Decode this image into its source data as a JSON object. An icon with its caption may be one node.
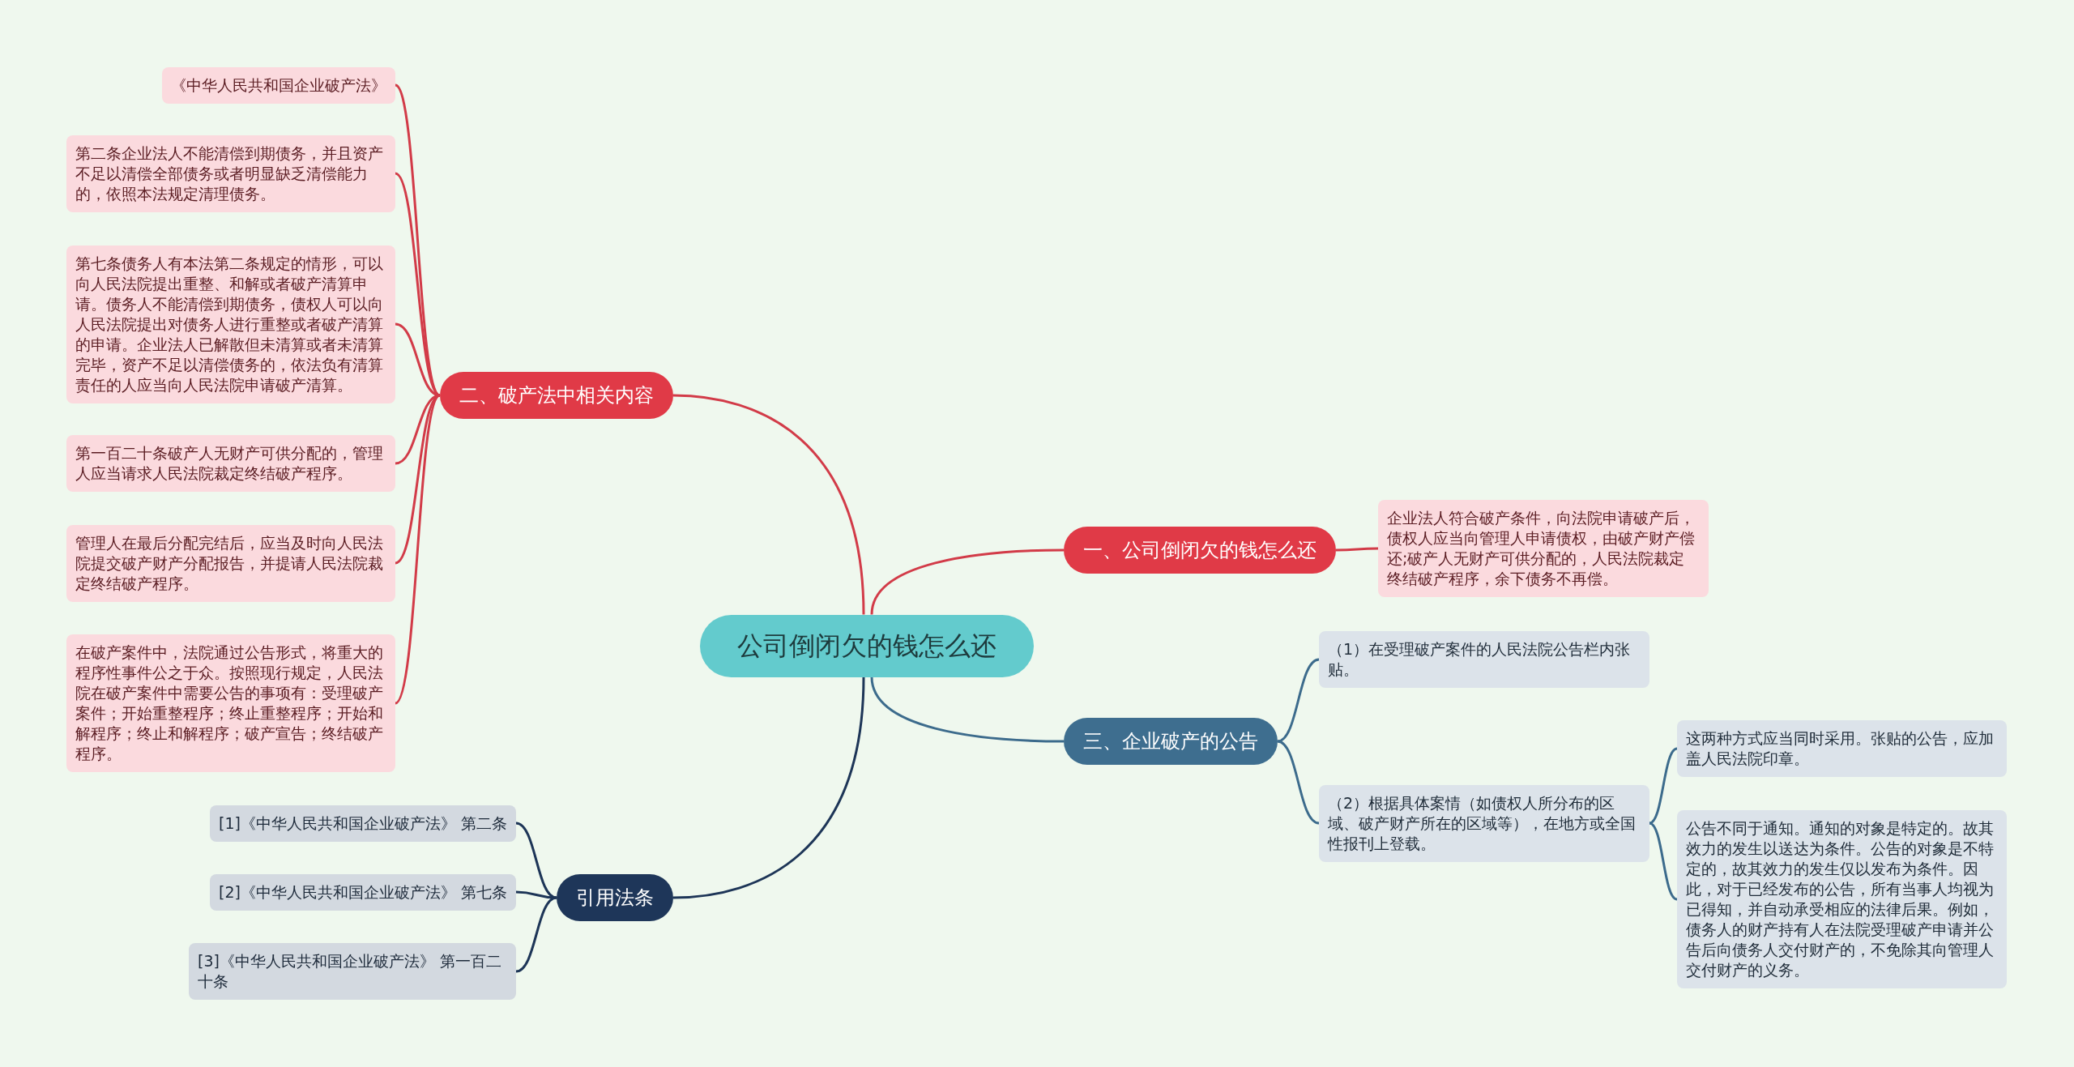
{
  "diagram": {
    "nodes": [
      {
        "text": [
          "公司倒闭欠的钱怎么还"
        ]
      },
      {
        "text": [
          "一、公司倒闭欠的钱怎么还"
        ]
      },
      {
        "text": [
          "企业法人符合破产条件，向法院申请破产后，债权人应当向管理人申请债权，由破产财产偿还;破产人无财产可供分配的，人民法院裁定终结破产程序，余下债务不再偿。"
        ]
      },
      {
        "text": [
          "二、破产法中相关内容"
        ]
      },
      {
        "text": [
          "《中华人民共和国企业破产法》"
        ]
      },
      {
        "text": [
          "第二条企业法人不能清偿到期债务，并且资产不足以清偿全部债务或者明显缺乏清偿能力的，依照本法规定清理债务。"
        ]
      },
      {
        "text": [
          "第七条债务人有本法第二条规定的情形，可以向人民法院提出重整、和解或者破产清算申请。债务人不能清偿到期债务，债权人可以向人民法院提出对债务人进行重整或者破产清算的申请。企业法人已解散但未清算或者未清算完毕，资产不足以清偿债务的，依法负有清算责任的人应当向人民法院申请破产清算。"
        ]
      },
      {
        "text": [
          "第一百二十条破产人无财产可供分配的，管理人应当请求人民法院裁定终结破产程序。"
        ]
      },
      {
        "text": [
          "管理人在最后分配完结后，应当及时向人民法院提交破产财产分配报告，并提请人民法院裁定终结破产程序。"
        ]
      },
      {
        "text": [
          "在破产案件中，法院通过公告形式，将重大的程序性事件公之于众。按照现行规定，人民法院在破产案件中需要公告的事项有：受理破产案件；开始重整程序；终止重整程序；开始和解程序；终止和解程序；破产宣告；终结破产程序。"
        ]
      },
      {
        "text": [
          "三、企业破产的公告"
        ]
      },
      {
        "text": [
          "（1）在受理破产案件的人民法院公告栏内张贴。"
        ]
      },
      {
        "text": [
          "（2）根据具体案情（如债权人所分布的区域、破产财产所在的区域等），在地方或全国性报刊上登载。"
        ]
      },
      {
        "text": [
          "这两种方式应当同时采用。张贴的公告，应加盖人民法院印章。"
        ]
      },
      {
        "text": [
          "公告不同于通知。通知的对象是特定的。故其效力的发生以送达为条件。公告的对象是不特定的，故其效力的发生仅以发布为条件。因此，对于已经发布的公告，所有当事人均视为已得知，并自动承受相应的法律后果。例如，债务人的财产持有人在法院受理破产申请并公告后向债务人交付财产的，不免除其向管理人交付财产的义务。"
        ]
      },
      {
        "text": [
          "引用法条"
        ]
      },
      {
        "text": [
          "[1]《中华人民共和国企业破产法》 第二条"
        ]
      },
      {
        "text": [
          "[2]《中华人民共和国企业破产法》 第七条"
        ]
      },
      {
        "text": [
          "[3]《中华人民共和国企业破产法》 第一百二十条"
        ]
      }
    ],
    "edges": [
      {
        "from": 0,
        "to": 1,
        "arrow": "none"
      },
      {
        "from": 1,
        "to": 2,
        "arrow": "none"
      },
      {
        "from": 0,
        "to": 3,
        "arrow": "none"
      },
      {
        "from": 3,
        "to": 4,
        "arrow": "none"
      },
      {
        "from": 3,
        "to": 5,
        "arrow": "none"
      },
      {
        "from": 3,
        "to": 6,
        "arrow": "none"
      },
      {
        "from": 3,
        "to": 7,
        "arrow": "none"
      },
      {
        "from": 3,
        "to": 8,
        "arrow": "none"
      },
      {
        "from": 3,
        "to": 9,
        "arrow": "none"
      },
      {
        "from": 0,
        "to": 10,
        "arrow": "none",
        "color": "#3c6b8c"
      },
      {
        "from": 10,
        "to": 11,
        "arrow": "none",
        "color": "#3c6b8c"
      },
      {
        "from": 10,
        "to": 12,
        "arrow": "none",
        "color": "#3c6b8c"
      },
      {
        "from": 12,
        "to": 13,
        "arrow": "none",
        "color": "#3c6b8c"
      },
      {
        "from": 12,
        "to": 14,
        "arrow": "none",
        "color": "#3c6b8c"
      },
      {
        "from": 0,
        "to": 15,
        "arrow": "none",
        "color": "#1d3557"
      },
      {
        "from": 15,
        "to": 16,
        "arrow": "none",
        "color": "#1d3557"
      },
      {
        "from": 15,
        "to": 17,
        "arrow": "none",
        "color": "#1d3557"
      },
      {
        "from": 15,
        "to": 18,
        "arrow": "none",
        "color": "#1d3557"
      }
    ]
  }
}
